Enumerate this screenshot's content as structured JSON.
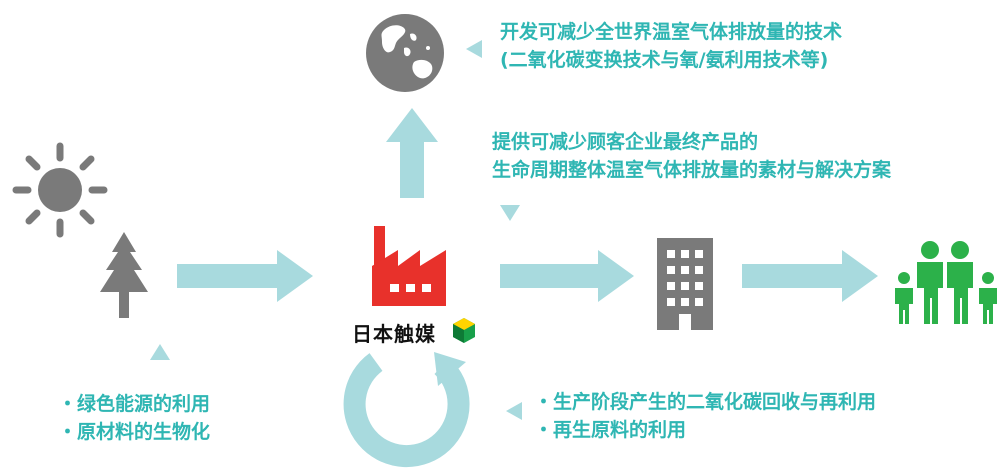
{
  "annotations": {
    "top_line1": "开发可减少全世界温室气体排放量的技术",
    "top_line2": "(二氧化碳变换技术与氧/氨利用技术等)",
    "mid_line1": "提供可减少顾客企业最终产品的",
    "mid_line2": "生命周期整体温室气体排放量的素材与解决方案",
    "left_line1": "・绿色能源的利用",
    "left_line2": "・原材料的生物化",
    "right_line1": "・生产阶段产生的二氧化碳回收与再利用",
    "right_line2": "・再生原料的利用"
  },
  "brand": {
    "name": "日本触媒"
  },
  "colors": {
    "accent_teal": "#2fb6b3",
    "arrow_light": "#a8dade",
    "icon_gray": "#7a7a7a",
    "factory_red": "#e8312b",
    "people_green": "#2cb14a",
    "logo_green": "#18a04a",
    "logo_yellow": "#ffd400"
  },
  "icons": {
    "sun": "sun-icon",
    "tree": "tree-icon",
    "factory": "factory-icon",
    "globe": "globe-icon",
    "building": "building-icon",
    "family": "family-icon",
    "recycle": "recycle-arrow-icon",
    "logo": "nippon-shokubai-logo-icon"
  }
}
